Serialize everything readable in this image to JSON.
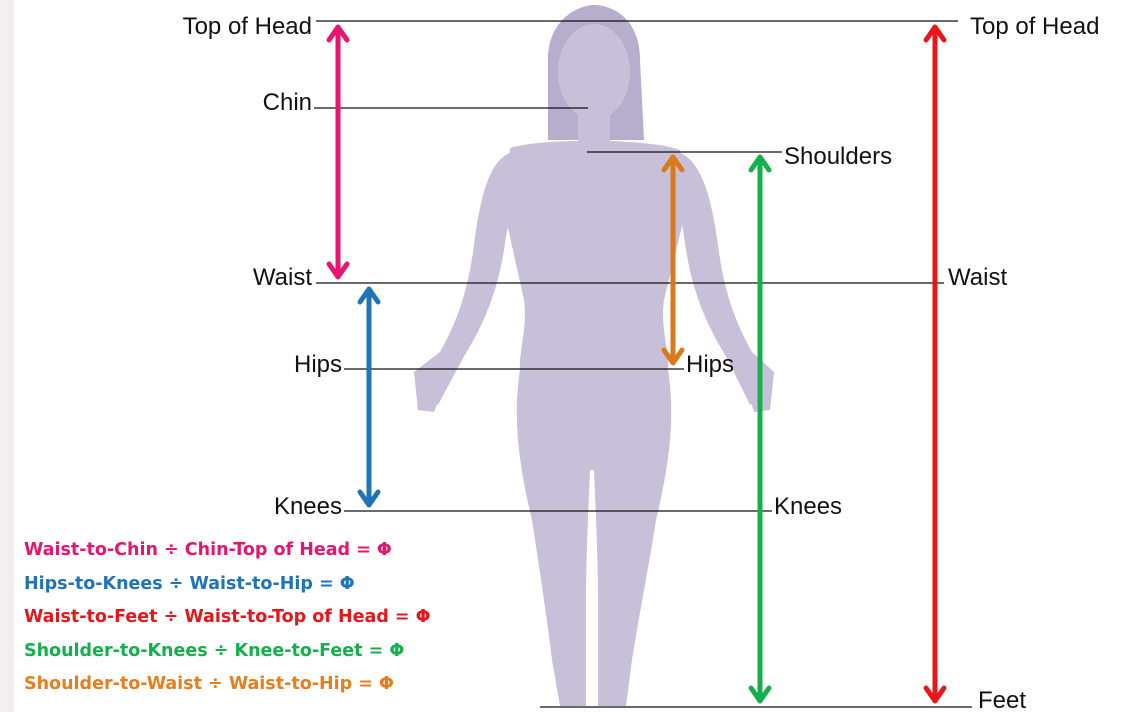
{
  "labels": {
    "top_of_head_left": "Top of Head",
    "top_of_head_right": "Top of Head",
    "chin": "Chin",
    "shoulders": "Shoulders",
    "waist_left": "Waist",
    "waist_right": "Waist",
    "hips_left": "Hips",
    "hips_right": "Hips",
    "knees_left": "Knees",
    "knees_right": "Knees",
    "feet": "Feet"
  },
  "formulas": [
    {
      "text": "Waist-to-Chin  ÷ Chin-Top  of Head = Φ",
      "color": "#e8146e"
    },
    {
      "text": "Hips-to-Knees  ÷ Waist-to-Hip  = Φ",
      "color": "#1f73b7"
    },
    {
      "text": "Waist-to-Feet  ÷ Waist-to-Top  of Head = Φ",
      "color": "#e8151b"
    },
    {
      "text": "Shoulder-to-Knees  ÷ Knee-to-Feet = Φ",
      "color": "#13b04b"
    },
    {
      "text": "Shoulder-to-Waist  ÷ Waist-to-Hip  = Φ",
      "color": "#e87d1e"
    }
  ],
  "colors": {
    "pink_arrow": "#e8146e",
    "blue_arrow": "#1f73b7",
    "red_arrow": "#e8151b",
    "green_arrow": "#13b04b",
    "orange_arrow": "#d97a1c",
    "silhouette": "#c8c0d8"
  }
}
